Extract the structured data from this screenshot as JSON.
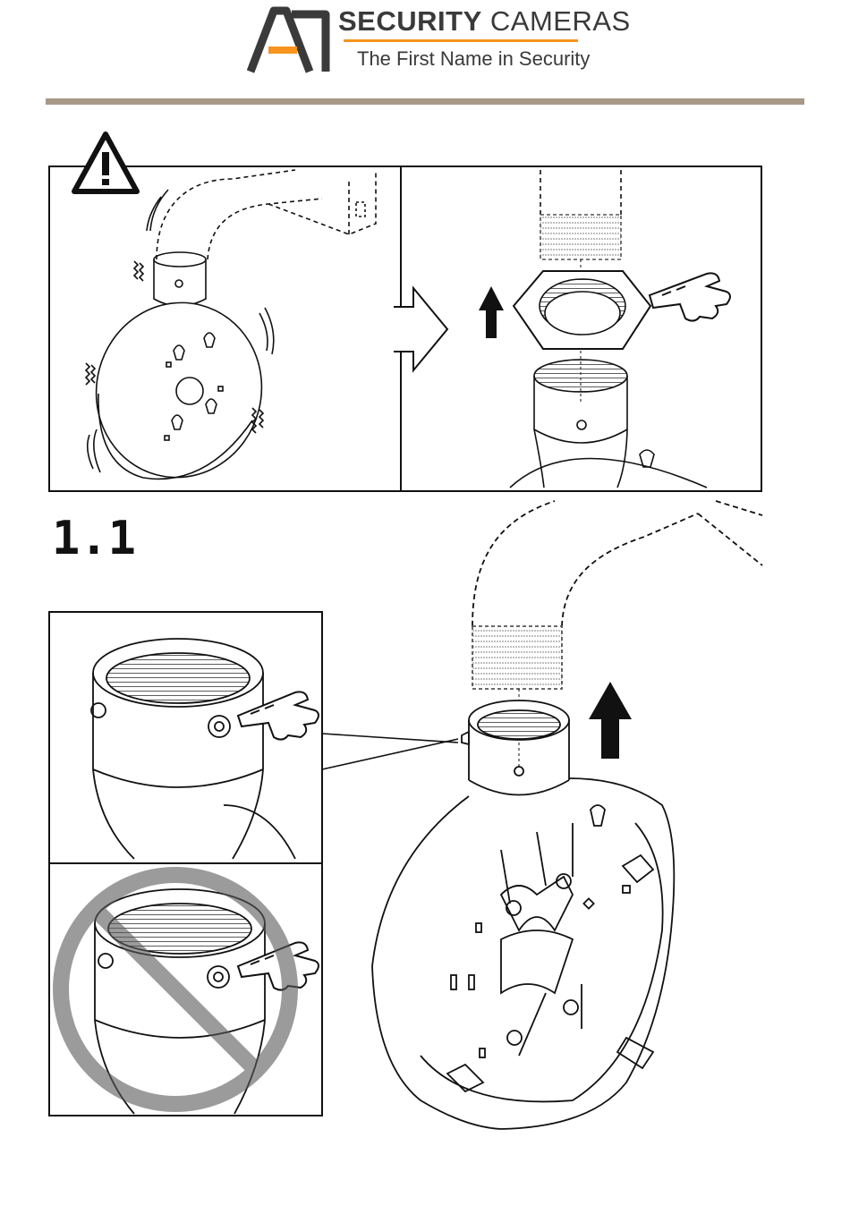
{
  "header": {
    "brand_bold": "SECURITY",
    "brand_regular": "CAMERAS",
    "tagline": "The First Name in Security",
    "logo_mark": "A1",
    "brand_accent_color": "#f7941d",
    "rule_color": "#a79888"
  },
  "step": {
    "number": "1.1"
  },
  "icons": {
    "warning": "warning-triangle-icon",
    "prohibited": "prohibited-icon",
    "pointing_hand": "pointing-hand-icon",
    "arrow_up": "arrow-up-icon",
    "arrow_right": "arrow-right-icon"
  }
}
